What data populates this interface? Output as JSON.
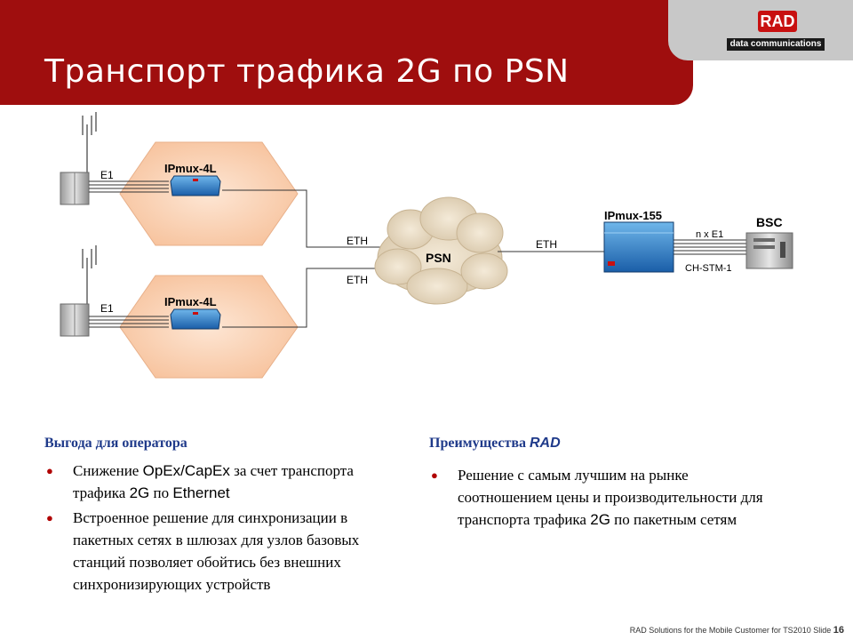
{
  "header": {
    "title": "Транспорт трафика 2G по PSN",
    "logo": {
      "brand": "RAD",
      "tagline": "data communications"
    }
  },
  "diagram": {
    "e1_top": "E1",
    "e1_bottom": "E1",
    "ipmux_top": "IPmux-4L",
    "ipmux_bottom": "IPmux-4L",
    "eth_top": "ETH",
    "eth_bottom": "ETH",
    "psn": "PSN",
    "eth_right": "ETH",
    "ipmux_155": "IPmux-155",
    "bsc": "BSC",
    "n_x_e1": "n x E1",
    "ch_stm1": "CH-STM-1"
  },
  "left_column": {
    "heading": "Выгода для оператора",
    "bullets": [
      [
        "Снижение ",
        "OpEx/CapEx",
        " за счет транспорта трафика ",
        "2G",
        " по ",
        "Ethernet"
      ],
      [
        "Встроенное решение для синхронизации в пакетных сетях в шлюзах для узлов базовых станций позволяет обойтись без внешних синхронизирующих устройств"
      ]
    ]
  },
  "right_column": {
    "heading_prefix": "Преимущества ",
    "heading_brand": "RAD",
    "bullets": [
      [
        "Решение с самым лучшим на рынке соотношением цены и производительности для транспорта трафика ",
        "2G",
        " по пакетным сетям"
      ]
    ]
  },
  "footer": {
    "text": "RAD Solutions for the Mobile Customer for TS2010  Slide",
    "slide_number": "16"
  },
  "colors": {
    "title_band": "#9f0e0e",
    "logo_tab": "#c8c8c8",
    "hexagon_fill": "#f9d0b0",
    "heading": "#1f3a8a",
    "bullet": "#b00000"
  }
}
